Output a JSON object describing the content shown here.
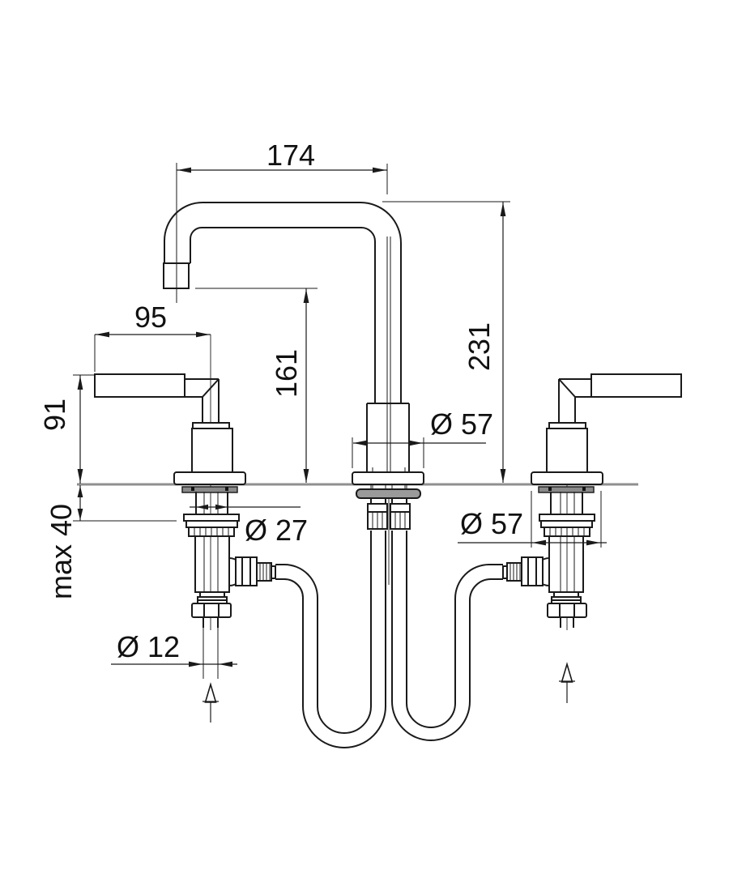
{
  "drawing": {
    "subject": "Three-hole deck-mounted basin mixer tap - installation dimension drawing",
    "units": "mm",
    "dims": {
      "spout_projection": "174",
      "handle_length": "95",
      "spout_outlet_height": "161",
      "spout_overall_height": "231",
      "handle_height": "91",
      "deck_max_thickness": "max 40",
      "spout_base_diameter": "Ø 57",
      "valve_shank_diameter": "Ø 27",
      "handle_base_diameter": "Ø 57",
      "supply_pipe_diameter": "Ø 12"
    }
  }
}
